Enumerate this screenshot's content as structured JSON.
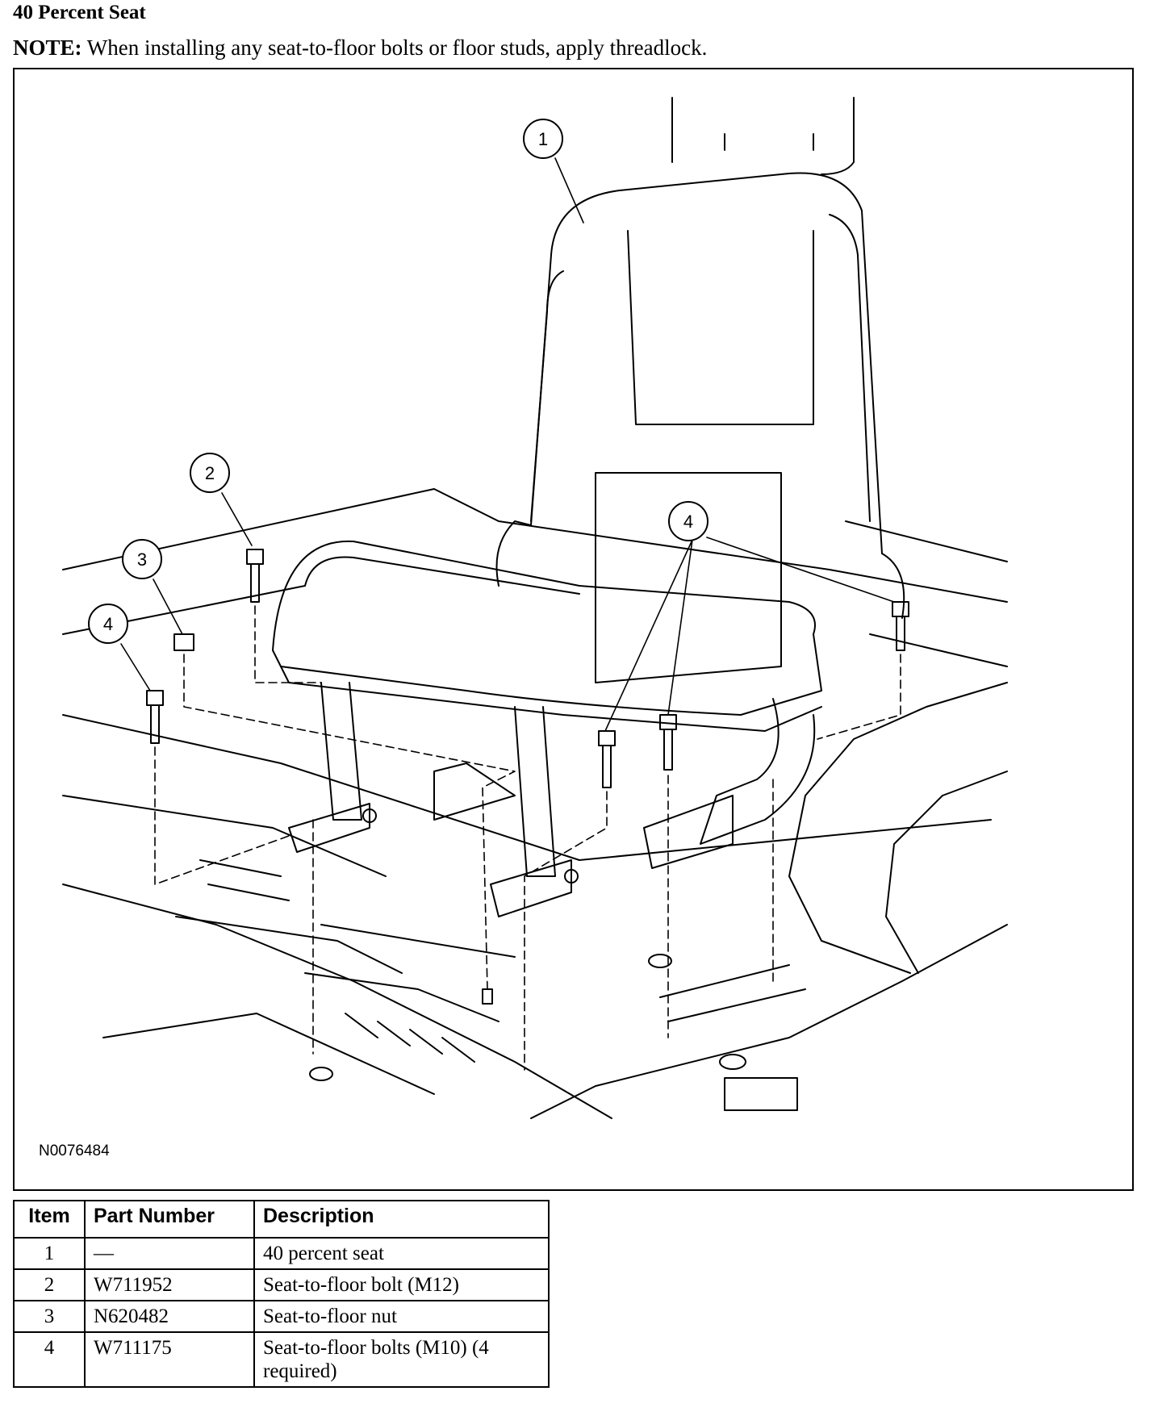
{
  "title": "40 Percent Seat",
  "note": {
    "label": "NOTE:",
    "text": "When installing any seat-to-floor bolts or floor studs, apply threadlock."
  },
  "figure": {
    "id": "N0076484",
    "callouts": [
      "1",
      "2",
      "3",
      "4",
      "4"
    ]
  },
  "table": {
    "headers": {
      "item": "Item",
      "part": "Part Number",
      "desc": "Description"
    },
    "rows": [
      {
        "item": "1",
        "part": "—",
        "desc": "40 percent seat"
      },
      {
        "item": "2",
        "part": "W711952",
        "desc": "Seat-to-floor bolt (M12)"
      },
      {
        "item": "3",
        "part": "N620482",
        "desc": "Seat-to-floor nut"
      },
      {
        "item": "4",
        "part": "W711175",
        "desc": "Seat-to-floor bolts (M10) (4 required)"
      }
    ]
  }
}
